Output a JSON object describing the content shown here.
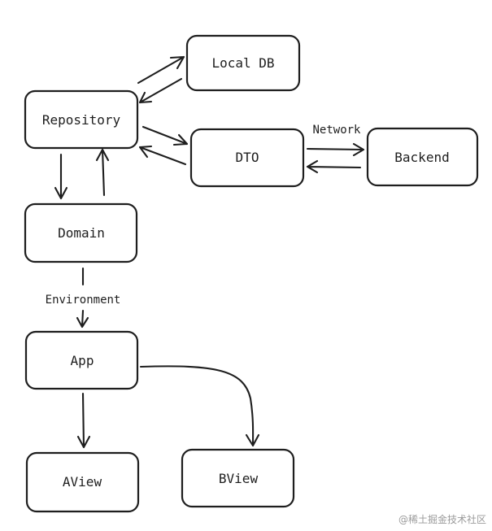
{
  "nodes": {
    "repository": "Repository",
    "local_db": "Local DB",
    "dto": "DTO",
    "backend": "Backend",
    "domain": "Domain",
    "app": "App",
    "aview": "AView",
    "bview": "BView"
  },
  "edges": {
    "network": "Network",
    "environment": "Environment"
  },
  "watermark": "@稀土掘金技术社区"
}
